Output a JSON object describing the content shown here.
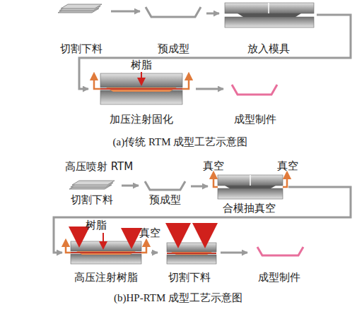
{
  "diagram": {
    "nodes": [
      {
        "text": [
          "切割下料"
        ]
      },
      {
        "text": [
          "预成型"
        ]
      },
      {
        "text": [
          "放入模具"
        ]
      },
      {
        "text": [
          "加压注射固化"
        ]
      },
      {
        "text": [
          "成型制件"
        ]
      },
      {
        "text": [
          "切割下料"
        ]
      },
      {
        "text": [
          "预成型"
        ]
      },
      {
        "text": [
          "合模抽真空"
        ]
      },
      {
        "text": [
          "高压注射树脂"
        ]
      },
      {
        "text": [
          "切割下料"
        ]
      },
      {
        "text": [
          "成型制件"
        ]
      }
    ],
    "edges": [
      {
        "from": 0,
        "to": 1,
        "arrow": "to"
      },
      {
        "from": 1,
        "to": 2,
        "arrow": "to"
      },
      {
        "from": 2,
        "to": 3,
        "arrow": "to"
      },
      {
        "from": 3,
        "to": 4,
        "arrow": "to"
      },
      {
        "from": 5,
        "to": 6,
        "arrow": "to"
      },
      {
        "from": 6,
        "to": 7,
        "arrow": "to"
      },
      {
        "from": 7,
        "to": 8,
        "arrow": "to"
      },
      {
        "from": 8,
        "to": 9,
        "arrow": "to"
      },
      {
        "from": 9,
        "to": 10,
        "arrow": "to"
      }
    ],
    "labels": [
      "树脂",
      "(a)传统 RTM 成型工艺示意图",
      "高压喷射 RTM",
      "真空",
      "真空",
      "树脂",
      "真空",
      "(b)HP-RTM 成型工艺示意图"
    ]
  }
}
